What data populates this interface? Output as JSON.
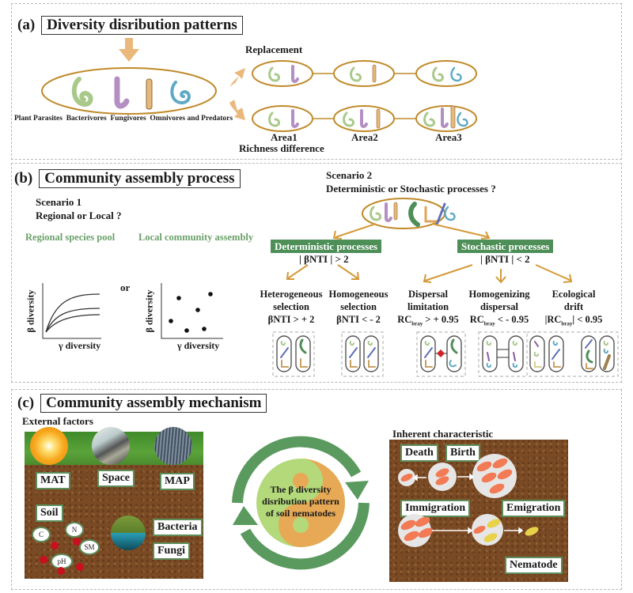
{
  "panel_a": {
    "letter": "(a)",
    "title": "Diversity disribution patterns",
    "groups": [
      "Plant Parasites",
      "Bacterivores",
      "Fungivores",
      "Omnivores and Predators"
    ],
    "replacement_label": "Replacement",
    "richness_label": "Richness difference",
    "areas": [
      "Area1",
      "Area2",
      "Area3"
    ]
  },
  "panel_b": {
    "letter": "(b)",
    "title": "Community assembly process",
    "scenario1": {
      "title": "Scenario 1",
      "question": "Regional or Local ?"
    },
    "regional_label": "Regional species pool",
    "local_label": "Local community assembly",
    "or_label": "or",
    "plot_xlabel": "γ diversity",
    "plot_ylabel": "β diversity",
    "scenario2": {
      "title": "Scenario 2",
      "question": "Deterministic or Stochastic processes ?"
    },
    "deterministic": {
      "label": "Deterministic processes",
      "criterion": "| βNTI | > 2"
    },
    "stochastic": {
      "label": "Stochastic processes",
      "criterion": "| βNTI | < 2"
    },
    "processes": [
      {
        "line1": "Heterogeneous",
        "line2": "selection",
        "line3": "βNTI > + 2"
      },
      {
        "line1": "Homogeneous",
        "line2": "selection",
        "line3": "βNTI < - 2"
      },
      {
        "line1": "Dispersal",
        "line2": "limitation",
        "line3_pre": "RC",
        "line3_sub": "bray",
        "line3_post": " > + 0.95"
      },
      {
        "line1": "Homogenizing",
        "line2": "dispersal",
        "line3_pre": "RC",
        "line3_sub": "bray",
        "line3_post": " < - 0.95"
      },
      {
        "line1": "Ecological",
        "line2": "drift",
        "line3_pre": "|RC",
        "line3_sub": "bray",
        "line3_post": "| < 0.95"
      }
    ]
  },
  "panel_c": {
    "letter": "(c)",
    "title": "Community assembly mechanism",
    "external_label": "External factors",
    "external_tags": [
      "MAT",
      "Space",
      "MAP",
      "Soil",
      "Bacteria",
      "Fungi"
    ],
    "soil_chips": [
      "C",
      "N",
      "SM",
      "pH"
    ],
    "center_text": [
      "The β diversity",
      "disribution pattern",
      "of soil nematodes"
    ],
    "inherent_label": "Inherent characteristic",
    "inherent_tags": [
      "Death",
      "Birth",
      "Immigration",
      "Emigration",
      "Nematode"
    ]
  },
  "colors": {
    "orange": "#d99a3a",
    "ellipse": "#c08a2a",
    "green_box": "#4e8e57",
    "plant_parasite": "#a9c98a",
    "bacterivore": "#b38fc4",
    "fungivore": "#e8b87a",
    "omnivore": "#5fa9c4"
  }
}
